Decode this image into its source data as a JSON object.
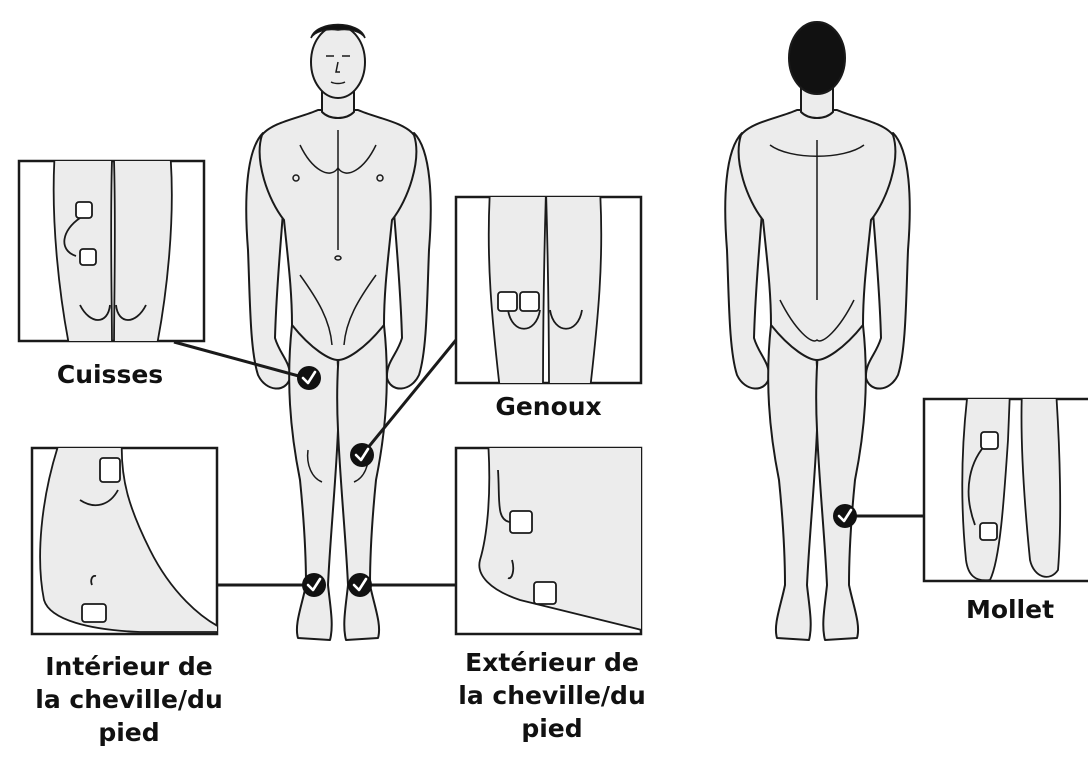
{
  "colors": {
    "skin": "#ececec",
    "outline": "#1a1a1a",
    "hair": "#111111",
    "marker": "#111111",
    "electrode": "#ffffff"
  },
  "labels": {
    "cuisses": "Cuisses",
    "genoux": "Genoux",
    "mollet": "Mollet",
    "interieur_line1": "Intérieur de",
    "interieur_line2": "la cheville/du",
    "interieur_line3": "pied",
    "exterieur_line1": "Extérieur de",
    "exterieur_line2": "la cheville/du",
    "exterieur_line3": "pied"
  },
  "icons": {
    "marker": "checkmark-circle-icon",
    "electrode": "electrode-pad-icon"
  }
}
